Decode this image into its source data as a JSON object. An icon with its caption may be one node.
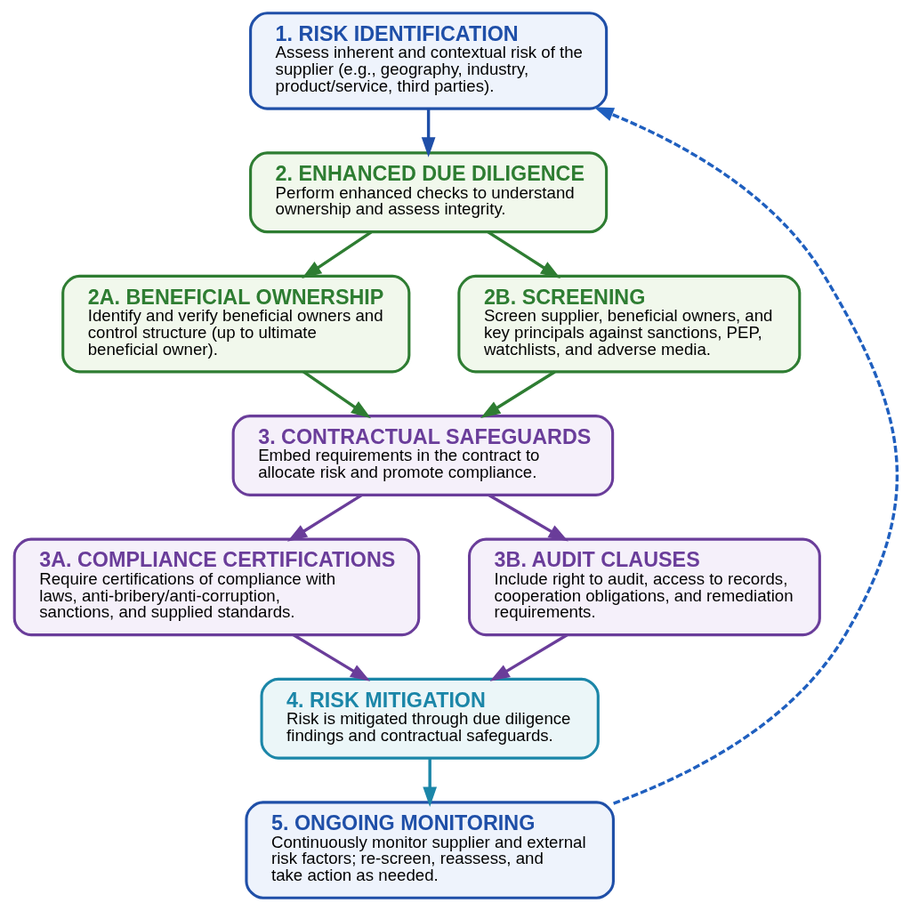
{
  "diagram": {
    "nodes": [
      {
        "text": [
          "1. RISK IDENTIFICATION",
          "Assess inherent and contextual risk of the supplier (e.g., geography, industry, product/service, third parties)."
        ]
      },
      {
        "text": [
          "2. ENHANCED DUE DILIGENCE",
          "Perform enhanced checks to understand ownership and assess integrity."
        ]
      },
      {
        "text": [
          "2A. BENEFICIAL OWNERSHIP",
          "Identify and verify beneficial owners and control structure (up to ultimate beneficial owner)."
        ]
      },
      {
        "text": [
          "2B. SCREENING",
          "Screen supplier, beneficial owners, and key principals against sanctions, PEP, watchlists, and adverse media."
        ]
      },
      {
        "text": [
          "3. CONTRACTUAL SAFEGUARDS",
          "Embed requirements in the contract to allocate risk and promote compliance."
        ]
      },
      {
        "text": [
          "3A. COMPLIANCE CERTIFICATIONS",
          "Require certifications of compliance with laws, anti-bribery/anti-corruption, sanctions, and supplied standards."
        ]
      },
      {
        "text": [
          "3B. AUDIT CLAUSES",
          "Include right to audit, access to records, cooperation obligations, and remediation requirements."
        ]
      },
      {
        "text": [
          "4. RISK MITIGATION",
          "Risk is mitigated through due diligence findings and contractual safeguards."
        ]
      },
      {
        "text": [
          "5. ONGOING MONITORING",
          "Continuously monitor supplier and external risk factors; re-screen, reassess, and take action as needed."
        ]
      }
    ],
    "edges": [
      {
        "from": 0,
        "to": 1,
        "arrow": "to",
        "color": "#1f4fa8"
      },
      {
        "from": 1,
        "to": 2,
        "arrow": "to",
        "color": "#2e7d32"
      },
      {
        "from": 1,
        "to": 3,
        "arrow": "to",
        "color": "#2e7d32"
      },
      {
        "from": 2,
        "to": 4,
        "arrow": "to",
        "color": "#2e7d32"
      },
      {
        "from": 3,
        "to": 4,
        "arrow": "to",
        "color": "#2e7d32"
      },
      {
        "from": 4,
        "to": 5,
        "arrow": "to",
        "color": "#6a3d9a"
      },
      {
        "from": 4,
        "to": 6,
        "arrow": "to",
        "color": "#6a3d9a"
      },
      {
        "from": 5,
        "to": 7,
        "arrow": "to",
        "color": "#6a3d9a"
      },
      {
        "from": 6,
        "to": 7,
        "arrow": "to",
        "color": "#6a3d9a"
      },
      {
        "from": 7,
        "to": 8,
        "arrow": "to",
        "color": "#1b86a8"
      },
      {
        "from": 8,
        "to": 0,
        "arrow": "to",
        "style": "dashed",
        "color": "#1f5fbf"
      }
    ]
  }
}
